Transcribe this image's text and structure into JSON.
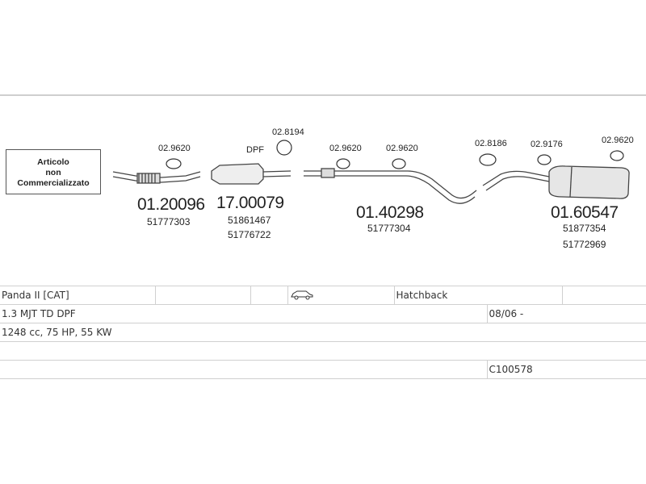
{
  "notice": {
    "line1": "Articolo",
    "line2": "non",
    "line3": "Commercializzato"
  },
  "parts": [
    {
      "code": "01.20096",
      "refs": [
        "51777303"
      ],
      "clamp": "02.9620"
    },
    {
      "label": "DPF",
      "code": "17.00079",
      "refs": [
        "51861467",
        "51776722"
      ],
      "hanger": "02.8194"
    },
    {
      "code": "01.40298",
      "refs": [
        "51777304"
      ],
      "clamps": [
        "02.9620",
        "02.9620"
      ]
    },
    {
      "code": "01.60547",
      "refs": [
        "51877354",
        "51772969"
      ],
      "hangers": [
        "02.8186",
        "02.9176",
        "02.9620"
      ]
    }
  ],
  "vehicle": {
    "model": "Panda II  [CAT]",
    "body": "Hatchback",
    "engine": "1.3 MJT TD DPF",
    "date": "08/06 -",
    "specs": "1248 cc, 75 HP, 55 KW",
    "ref": "C100578"
  },
  "icons": [
    "clamp-icon",
    "hanger-icon",
    "car-icon"
  ]
}
